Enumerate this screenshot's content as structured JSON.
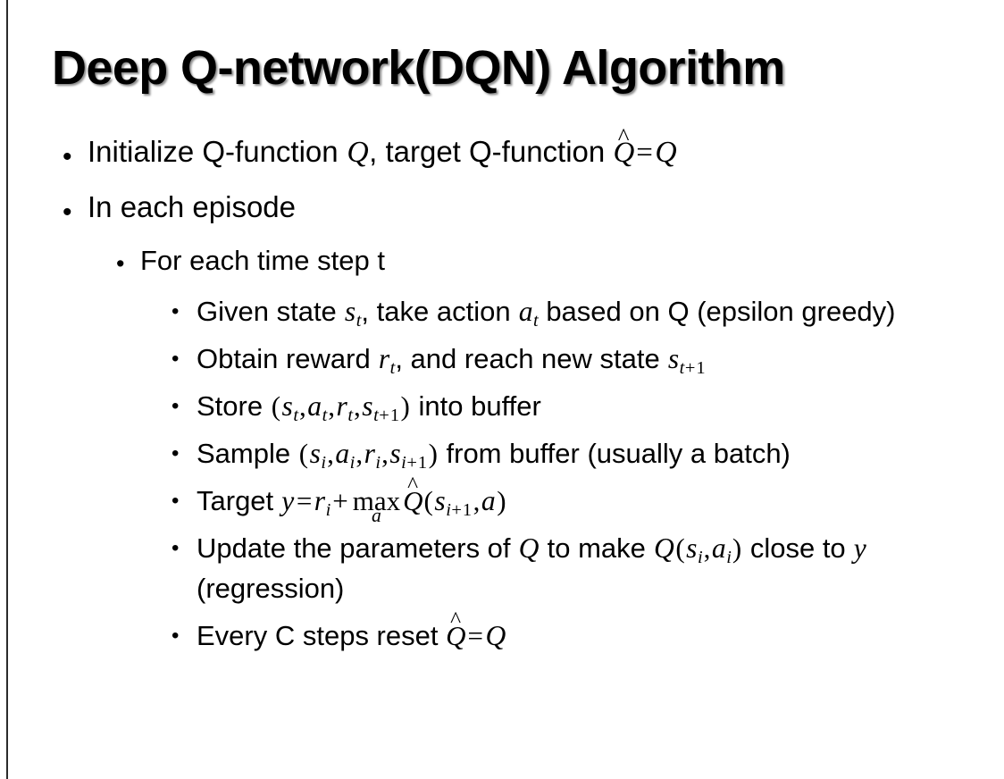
{
  "slide": {
    "title": "Deep Q-network(DQN) Algorithm",
    "bullet_glyph": "•",
    "background_color": "#ffffff",
    "text_color": "#000000",
    "left_rule_color": "#2b2b2b",
    "title_shadow_color": "#787878"
  },
  "content": {
    "b1": {
      "level": 1,
      "plain": "Initialize Q-function Q, target Q-function Q̂ = Q",
      "seg": {
        "t1": "Initialize Q-function ",
        "m1": "Q",
        "t2": ", target Q-function ",
        "m2": "Q",
        "hat": "̂",
        "eq": "=",
        "m3": "Q"
      }
    },
    "b2": {
      "level": 1,
      "plain": "In each episode"
    },
    "b3": {
      "level": 2,
      "plain": "For each time step t"
    },
    "b4": {
      "level": 3,
      "plain": "Given state s_t, take action a_t based on Q (epsilon greedy)",
      "seg": {
        "t1": "Given state ",
        "s": "s",
        "s_sub": "t",
        "t2": ", take action ",
        "a": "a",
        "a_sub": "t",
        "t3": " based on Q (epsilon greedy)"
      }
    },
    "b5": {
      "level": 3,
      "plain": "Obtain reward r_t, and reach new state s_{t+1}",
      "seg": {
        "t1": "Obtain reward ",
        "r": "r",
        "r_sub": "t",
        "t2": ", and reach new state ",
        "s": "s",
        "s_sub_var": "t",
        "s_sub_plus": "+",
        "s_sub_num": "1"
      }
    },
    "b6": {
      "level": 3,
      "plain": "Store (s_t, a_t, r_t, s_{t+1}) into buffer",
      "seg": {
        "t1": "Store ",
        "open": "(",
        "s": "s",
        "sub_t": "t",
        "comma1": ",",
        "a": "a",
        "comma2": ",",
        "r": "r",
        "comma3": ",",
        "s2": "s",
        "sub_plus": "+",
        "sub_num": "1",
        "close": ")",
        "t2": " into buffer"
      }
    },
    "b7": {
      "level": 3,
      "plain": "Sample (s_i, a_i, r_i, s_{i+1}) from buffer (usually a batch)",
      "seg": {
        "t1": "Sample ",
        "open": "(",
        "s": "s",
        "sub_i": "i",
        "comma1": ",",
        "a": "a",
        "comma2": ",",
        "r": "r",
        "comma3": ",",
        "s2": "s",
        "sub_plus": "+",
        "sub_num": "1",
        "close": ")",
        "t2": " from buffer (usually a batch)"
      }
    },
    "b8": {
      "level": 3,
      "plain": "Target y = r_i + max_a Q̂(s_{i+1}, a)",
      "seg": {
        "t1": "Target ",
        "y": "y",
        "eq": "=",
        "r": "r",
        "sub_i": "i",
        "plus": "+",
        "max": "max",
        "max_under": "a",
        "q": "Q",
        "hat": "̂",
        "open": "(",
        "s": "s",
        "sub_plus": "+",
        "sub_num": "1",
        "comma": ",",
        "a": "a",
        "close": ")"
      }
    },
    "b9": {
      "level": 3,
      "plain": "Update the parameters of Q to make Q(s_i, a_i) close to y (regression)",
      "seg": {
        "t1": "Update the parameters of ",
        "q1": "Q",
        "t2": " to make ",
        "q2": "Q",
        "open": "(",
        "s": "s",
        "sub_i": "i",
        "comma": ",",
        "a": "a",
        "close": ")",
        "t3": " close to ",
        "y": "y",
        "t4": " (regression)"
      }
    },
    "b10": {
      "level": 3,
      "plain": "Every C steps reset Q̂ = Q",
      "seg": {
        "t1": "Every C steps reset ",
        "q1": "Q",
        "hat": "̂",
        "eq": "=",
        "q2": "Q"
      }
    }
  }
}
